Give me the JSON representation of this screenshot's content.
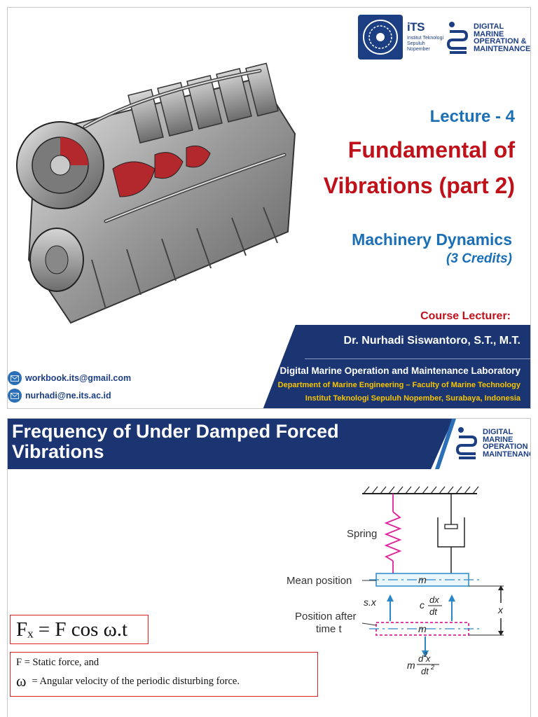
{
  "slide1": {
    "its_logo": {
      "text": "iTS",
      "subtitle": "Institut Teknologi Sepuluh Nopember"
    },
    "dmom_logo": [
      "DIGITAL",
      "MARINE",
      "OPERATION &",
      "MAINTENANCE"
    ],
    "lecture_number": "Lecture - 4",
    "title_line1": "Fundamental of",
    "title_line2": "Vibrations (part 2)",
    "course_name": "Machinery Dynamics",
    "course_credits": "(3 Credits)",
    "lecturer_label": "Course Lecturer:",
    "lecturer_name": "Dr. Nurhadi Siswantoro, S.T., M.T.",
    "laboratory": "Digital Marine Operation and Maintenance Laboratory",
    "department": "Department of Marine Engineering – Faculty of Marine Technology",
    "institute": "Institut Teknologi Sepuluh Nopember, Surabaya, Indonesia",
    "contacts": [
      "workbook.its@gmail.com",
      "nurhadi@ne.its.ac.id"
    ],
    "colors": {
      "navy": "#1b3573",
      "blue": "#1a6fb6",
      "red": "#c0101a",
      "gold": "#f7c400"
    }
  },
  "slide2": {
    "title_line1": "Frequency of Under Damped Forced",
    "title_line2": "Vibrations",
    "dmom_logo": [
      "DIGITAL",
      "MARINE",
      "OPERATION &",
      "MAINTENANCE"
    ],
    "diagram": {
      "spring": "Spring",
      "mean_position": "Mean position",
      "position_after": "Position after",
      "time_t": "time t",
      "mass": "m",
      "spring_force": "s.x",
      "damping_c": "c",
      "dx": "dx",
      "dt": "dt",
      "displacement": "x",
      "inertia_m": "m",
      "d2x": "d x",
      "dt2": "dt",
      "exp2": "2"
    },
    "equation": "Fₓ = F cos ω.t",
    "definitions": {
      "force": "F = Static force, and",
      "omega_symbol": "ω",
      "omega_text": "= Angular velocity of the periodic disturbing force."
    }
  }
}
